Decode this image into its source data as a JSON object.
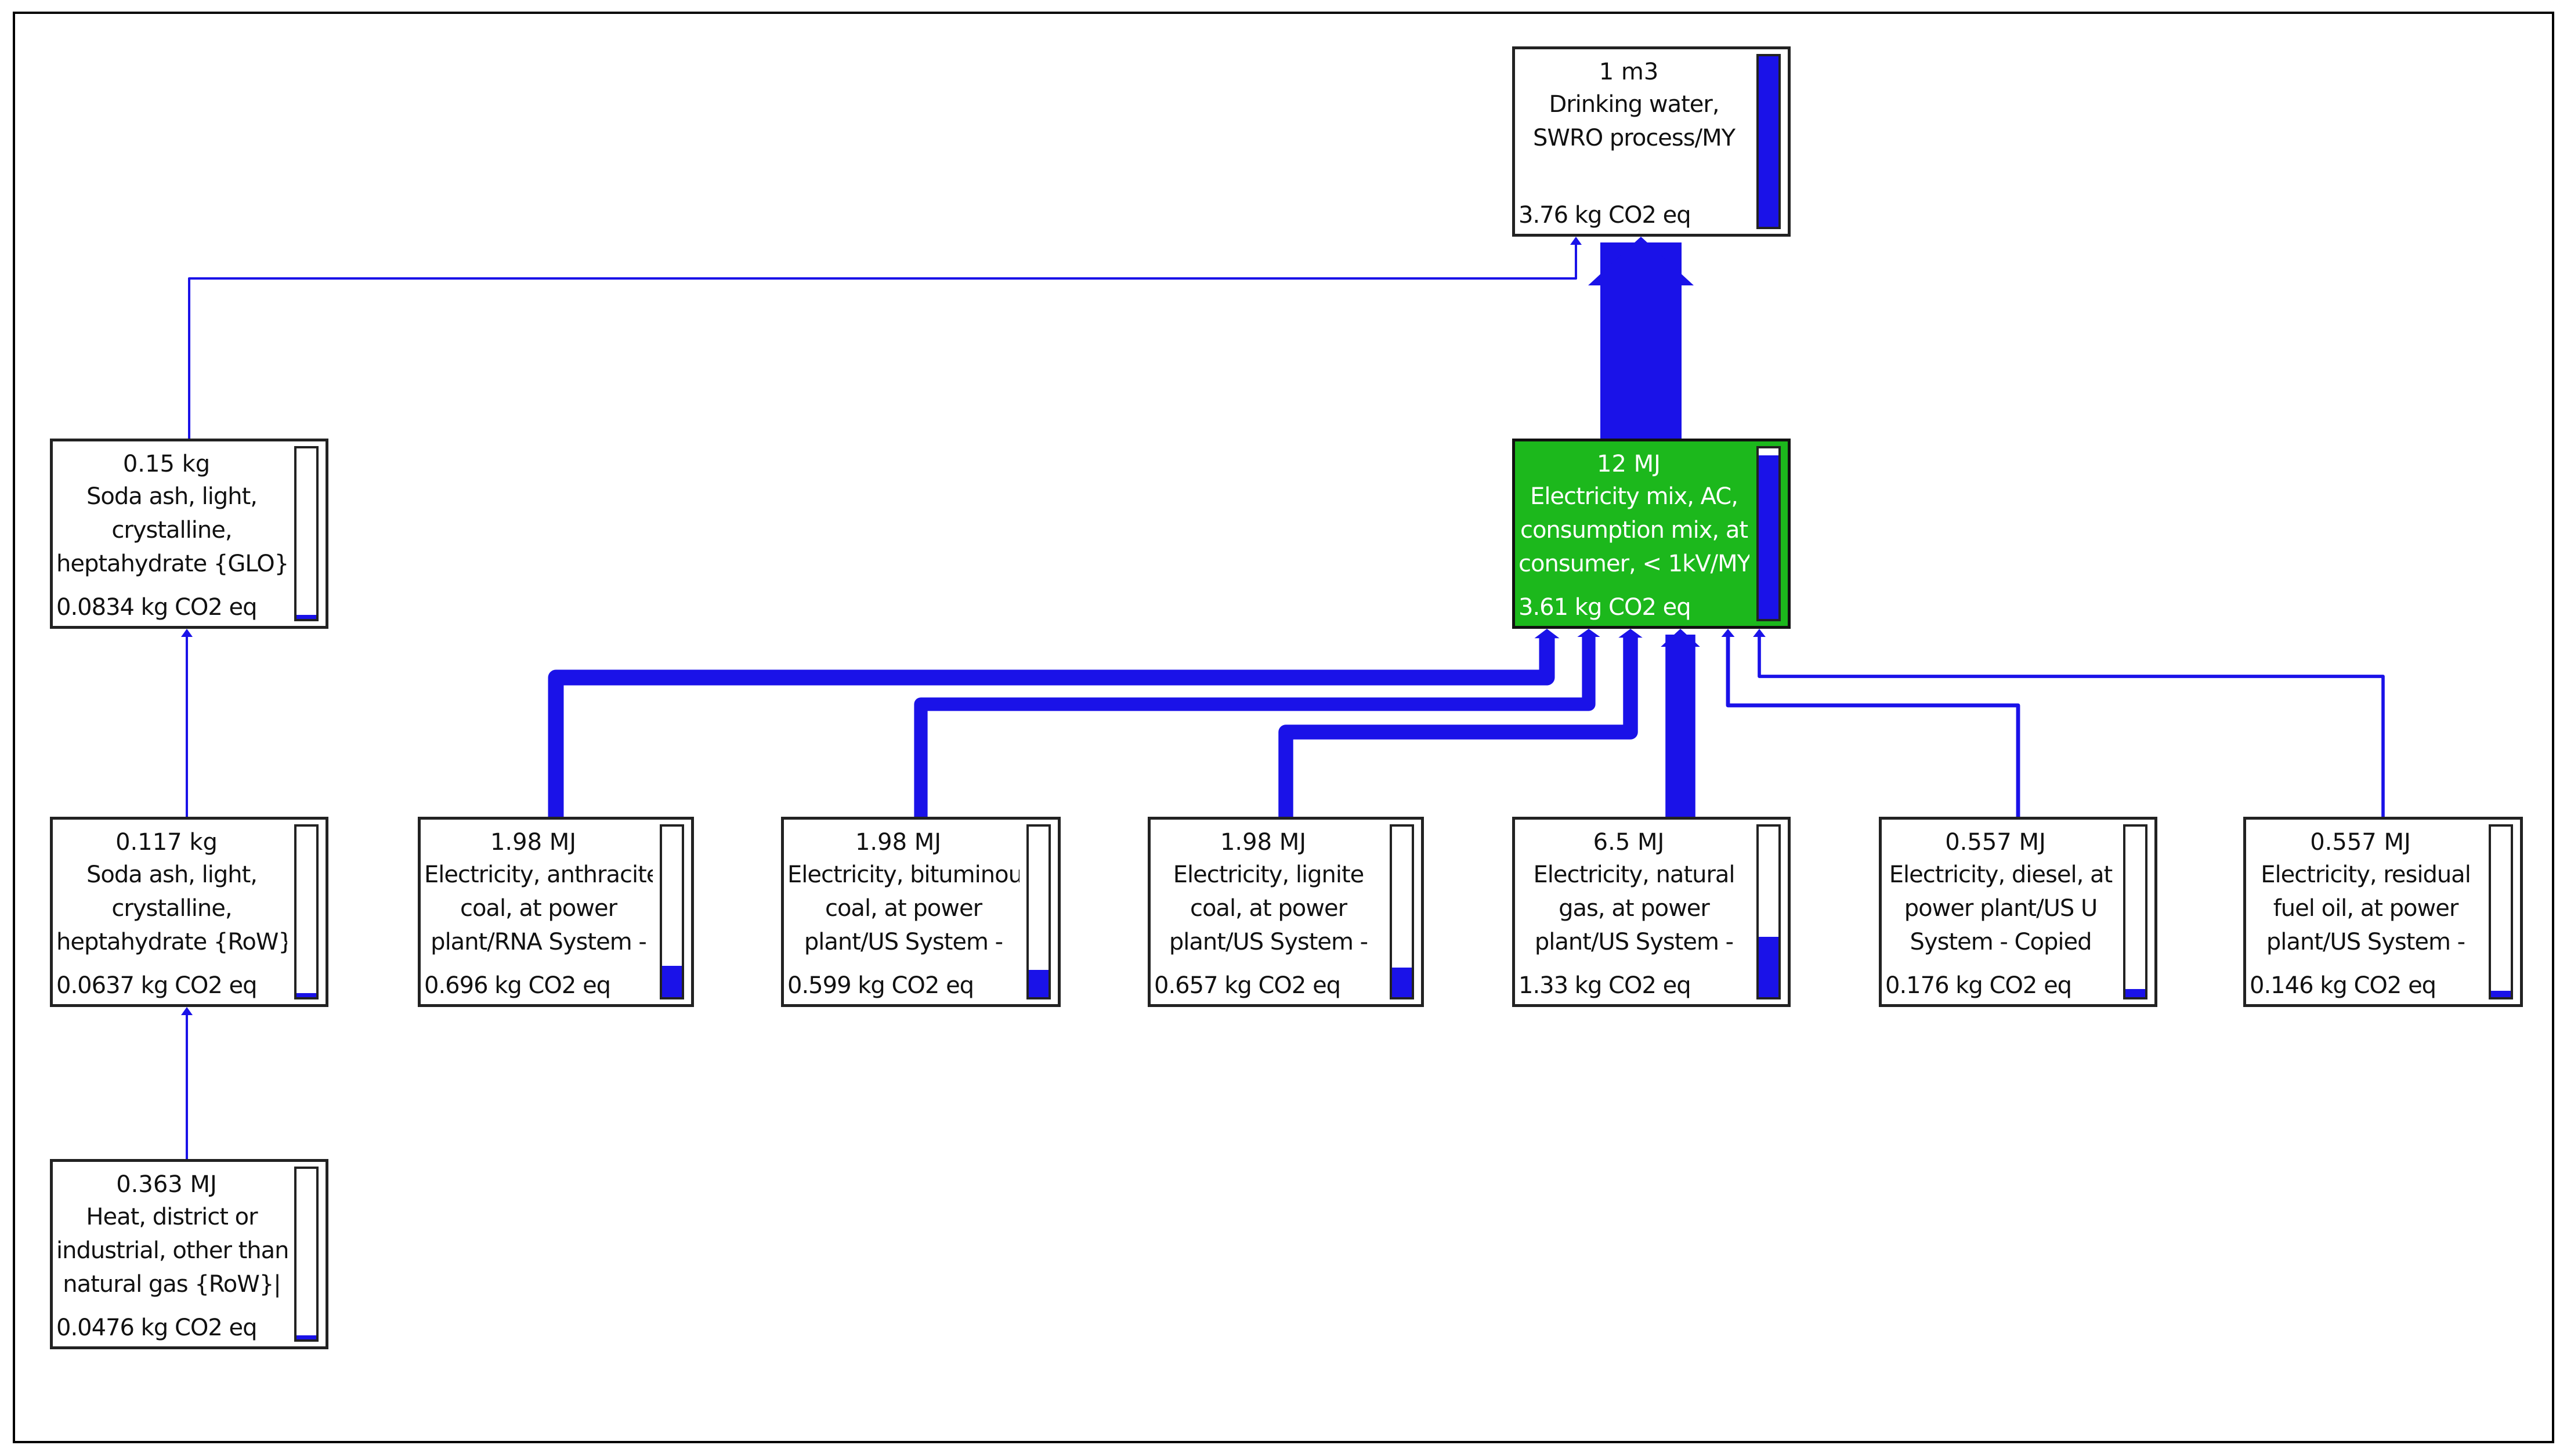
{
  "colors": {
    "link": "#1a12e8",
    "bar_fill": "#1a12e8",
    "highlight_node": "#1cb81c"
  },
  "nodes": [
    {
      "id": "root",
      "amount": "1 m3",
      "name": [
        "Drinking water,",
        "SWRO process/MY"
      ],
      "impact": "3.76 kg CO2 eq",
      "share": 1.0,
      "highlight": false
    },
    {
      "id": "elec-mix",
      "amount": "12 MJ",
      "name": [
        "Electricity mix, AC,",
        "consumption mix, at",
        "consumer, < 1kV/MY"
      ],
      "impact": "3.61 kg CO2 eq",
      "share": 0.96,
      "highlight": true
    },
    {
      "id": "soda-glo",
      "amount": "0.15 kg",
      "name": [
        "Soda ash, light,",
        "crystalline,",
        "heptahydrate {GLO}|"
      ],
      "impact": "0.0834 kg CO2 eq",
      "share": 0.022,
      "highlight": false
    },
    {
      "id": "soda-row",
      "amount": "0.117 kg",
      "name": [
        "Soda ash, light,",
        "crystalline,",
        "heptahydrate {RoW}|"
      ],
      "impact": "0.0637 kg CO2 eq",
      "share": 0.017,
      "highlight": false
    },
    {
      "id": "heat",
      "amount": "0.363 MJ",
      "name": [
        "Heat, district or",
        "industrial, other than",
        "natural gas {RoW}|"
      ],
      "impact": "0.0476 kg CO2 eq",
      "share": 0.013,
      "highlight": false
    },
    {
      "id": "anthracite",
      "amount": "1.98 MJ",
      "name": [
        "Electricity, anthracite",
        "coal, at power",
        "plant/RNA System -"
      ],
      "impact": "0.696 kg CO2 eq",
      "share": 0.185,
      "highlight": false
    },
    {
      "id": "bituminous",
      "amount": "1.98 MJ",
      "name": [
        "Electricity, bituminous",
        "coal, at power",
        "plant/US System -"
      ],
      "impact": "0.599 kg CO2 eq",
      "share": 0.159,
      "highlight": false
    },
    {
      "id": "lignite",
      "amount": "1.98 MJ",
      "name": [
        "Electricity, lignite",
        "coal, at power",
        "plant/US System -"
      ],
      "impact": "0.657 kg CO2 eq",
      "share": 0.175,
      "highlight": false
    },
    {
      "id": "natgas",
      "amount": "6.5 MJ",
      "name": [
        "Electricity, natural",
        "gas, at power",
        "plant/US System -"
      ],
      "impact": "1.33 kg CO2 eq",
      "share": 0.354,
      "highlight": false
    },
    {
      "id": "diesel",
      "amount": "0.557 MJ",
      "name": [
        "Electricity, diesel, at",
        "power plant/US U",
        "System - Copied"
      ],
      "impact": "0.176 kg CO2 eq",
      "share": 0.047,
      "highlight": false
    },
    {
      "id": "fueloil",
      "amount": "0.557 MJ",
      "name": [
        "Electricity, residual",
        "fuel oil, at power",
        "plant/US System -"
      ],
      "impact": "0.146 kg CO2 eq",
      "share": 0.039,
      "highlight": false
    }
  ],
  "links": [
    {
      "from": "soda-glo",
      "to": "root",
      "impact": 0.0834
    },
    {
      "from": "elec-mix",
      "to": "root",
      "impact": 3.61
    },
    {
      "from": "soda-row",
      "to": "soda-glo",
      "impact": 0.0637
    },
    {
      "from": "heat",
      "to": "soda-row",
      "impact": 0.0476
    },
    {
      "from": "anthracite",
      "to": "elec-mix",
      "impact": 0.696
    },
    {
      "from": "bituminous",
      "to": "elec-mix",
      "impact": 0.599
    },
    {
      "from": "lignite",
      "to": "elec-mix",
      "impact": 0.657
    },
    {
      "from": "natgas",
      "to": "elec-mix",
      "impact": 1.33
    },
    {
      "from": "diesel",
      "to": "elec-mix",
      "impact": 0.176
    },
    {
      "from": "fueloil",
      "to": "elec-mix",
      "impact": 0.146
    }
  ]
}
